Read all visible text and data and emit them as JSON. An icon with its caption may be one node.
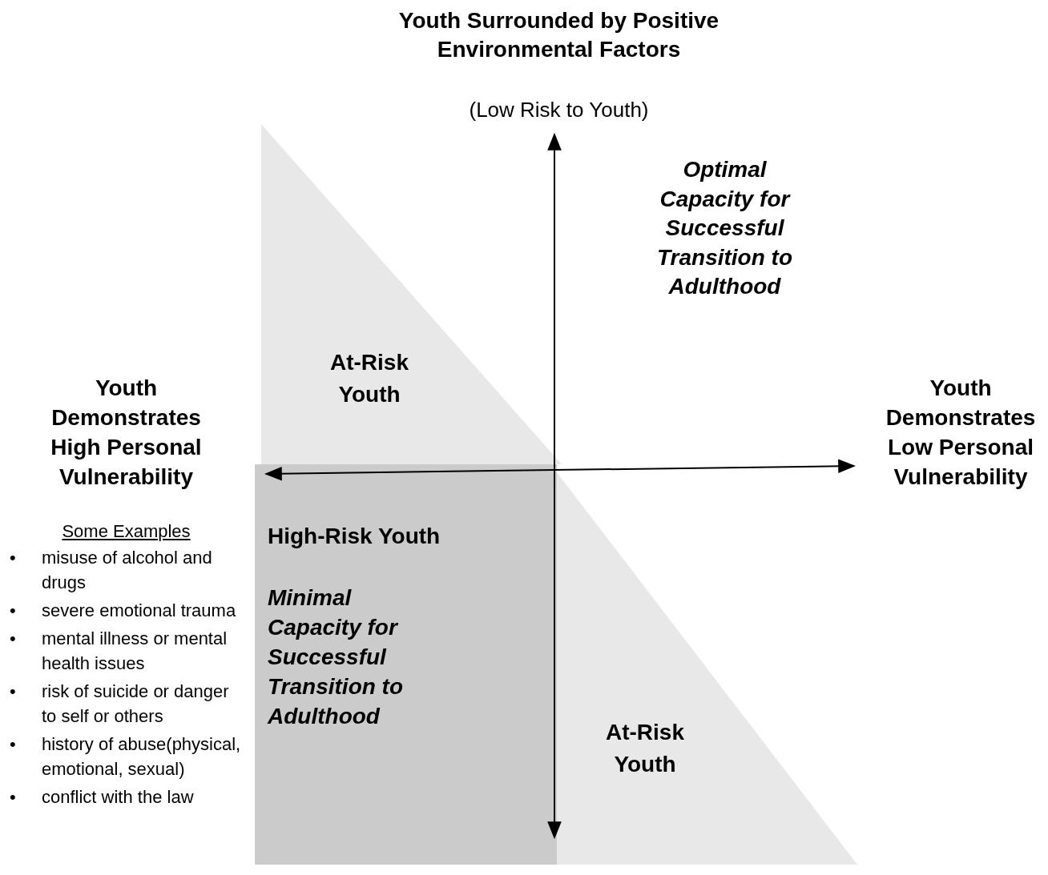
{
  "diagram": {
    "nodes": [
      {
        "text": [
          "At-Risk Youth"
        ]
      },
      {
        "text": [
          "High-Risk Youth",
          "Minimal Capacity for Successful Transition to Adulthood"
        ]
      },
      {
        "text": [
          "At-Risk Youth"
        ]
      }
    ],
    "labels": [
      "Youth Surrounded by Positive Environmental Factors",
      "(Low Risk to Youth)",
      "Optimal Capacity for Successful Transition to Adulthood",
      "Youth Demonstrates High Personal Vulnerability",
      "Youth Demonstrates Low Personal Vulnerability",
      "Some Examples",
      "•",
      "misuse of alcohol and drugs",
      "•",
      "severe emotional trauma",
      "•",
      "mental illness or mental health issues",
      "•",
      "risk of suicide or danger to self or others",
      "•",
      "history of abuse(physical, emotional, sexual)",
      "•",
      "conflict with the law"
    ]
  }
}
